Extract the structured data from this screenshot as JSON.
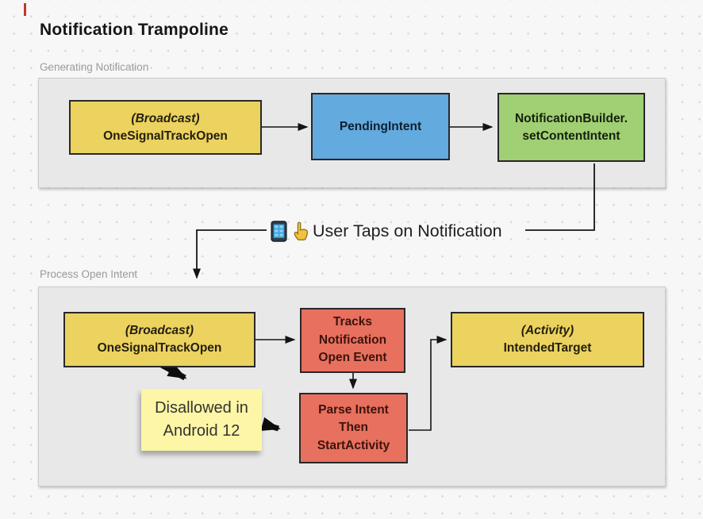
{
  "page": {
    "title": "Notification Trampoline"
  },
  "sections": {
    "generating": {
      "label": "Generating Notification"
    },
    "process": {
      "label": "Process Open Intent"
    }
  },
  "nodes": {
    "broadcast1": {
      "line1": "(Broadcast)",
      "line2": "OneSignalTrackOpen",
      "color": "#ecd25f"
    },
    "pending": {
      "label": "PendingIntent",
      "color": "#63aade"
    },
    "builder": {
      "line1": "NotificationBuilder.",
      "line2": "setContentIntent",
      "color": "#a1cf74"
    },
    "broadcast2": {
      "line1": "(Broadcast)",
      "line2": "OneSignalTrackOpen",
      "color": "#ecd25f"
    },
    "tracks": {
      "line1": "Tracks",
      "line2": "Notification",
      "line3": "Open Event",
      "color": "#e8705e"
    },
    "target": {
      "line1": "(Activity)",
      "line2": "IntendedTarget",
      "color": "#ecd25f"
    },
    "parse": {
      "line1": "Parse Intent",
      "line2": "Then",
      "line3": "StartActivity",
      "color": "#e8705e"
    },
    "sticky": {
      "line1": "Disallowed in",
      "line2": "Android 12",
      "color": "#fcf6a6"
    }
  },
  "annotation": {
    "label": "User Taps on Notification",
    "icons": [
      "phone-icon",
      "tap-icon"
    ]
  },
  "colors": {
    "background": "#f7f7f8",
    "container": "#e8e8e8",
    "arrow": "#141414",
    "red_marker": "#c0392b"
  }
}
